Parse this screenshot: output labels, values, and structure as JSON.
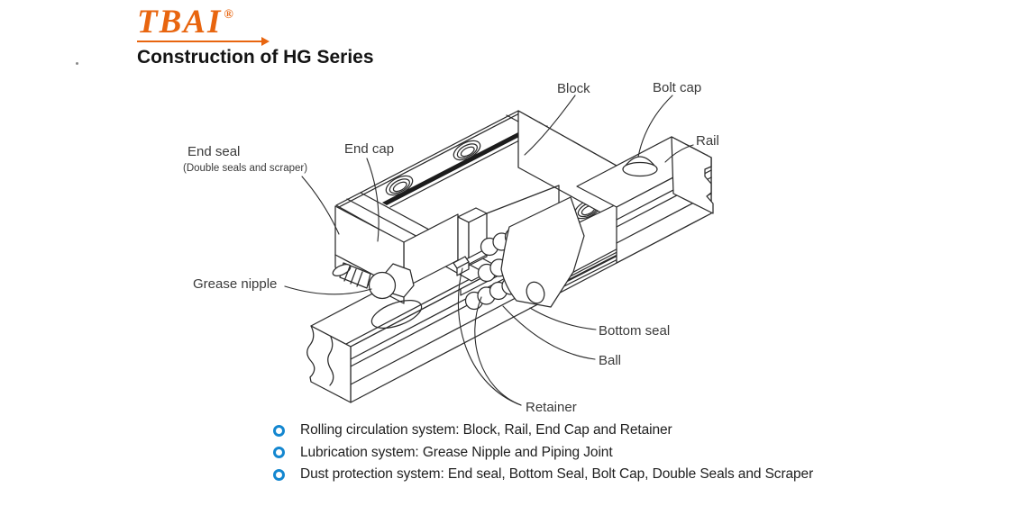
{
  "logo": {
    "text": "TBAI",
    "registered": "®",
    "color": "#E8650F"
  },
  "title": "Construction of HG Series",
  "diagram": {
    "line_color": "#2b2b2b",
    "labels": {
      "block": "Block",
      "bolt_cap": "Bolt cap",
      "rail": "Rail",
      "end_seal": "End seal",
      "end_seal_note": "(Double seals and scraper)",
      "end_cap": "End cap",
      "grease_nipple": "Grease nipple",
      "bottom_seal": "Bottom seal",
      "ball": "Ball",
      "retainer": "Retainer"
    }
  },
  "systems": {
    "bullet_color": "#1487D0",
    "items": [
      "Rolling circulation system: Block, Rail, End Cap and Retainer",
      "Lubrication system: Grease Nipple and Piping Joint",
      "Dust protection system: End seal, Bottom Seal, Bolt Cap, Double Seals and Scraper"
    ]
  }
}
